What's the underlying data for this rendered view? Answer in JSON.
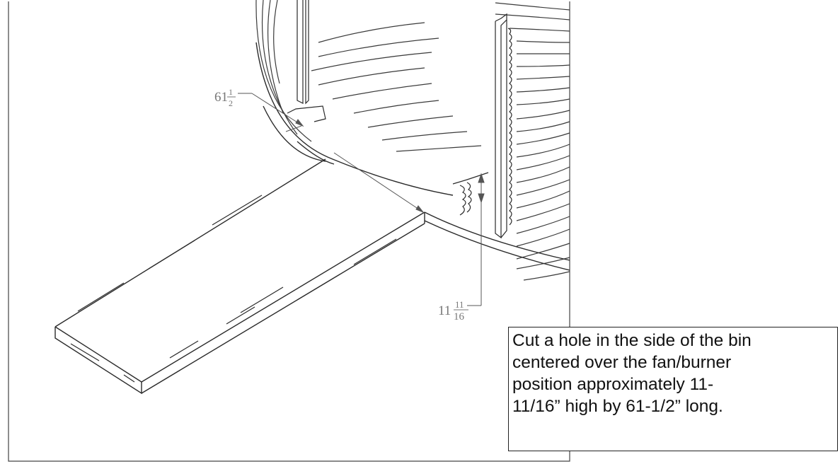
{
  "diagram": {
    "dimension_length": {
      "whole": "61",
      "num": "1",
      "den": "2"
    },
    "dimension_height": {
      "whole": "11",
      "num": "11",
      "den": "16"
    }
  },
  "callout": {
    "lines": [
      "Cut a hole in the side of the bin",
      "centered over the fan/burner",
      "position approximately 11-",
      "11/16” high by 61-1/2” long."
    ]
  }
}
